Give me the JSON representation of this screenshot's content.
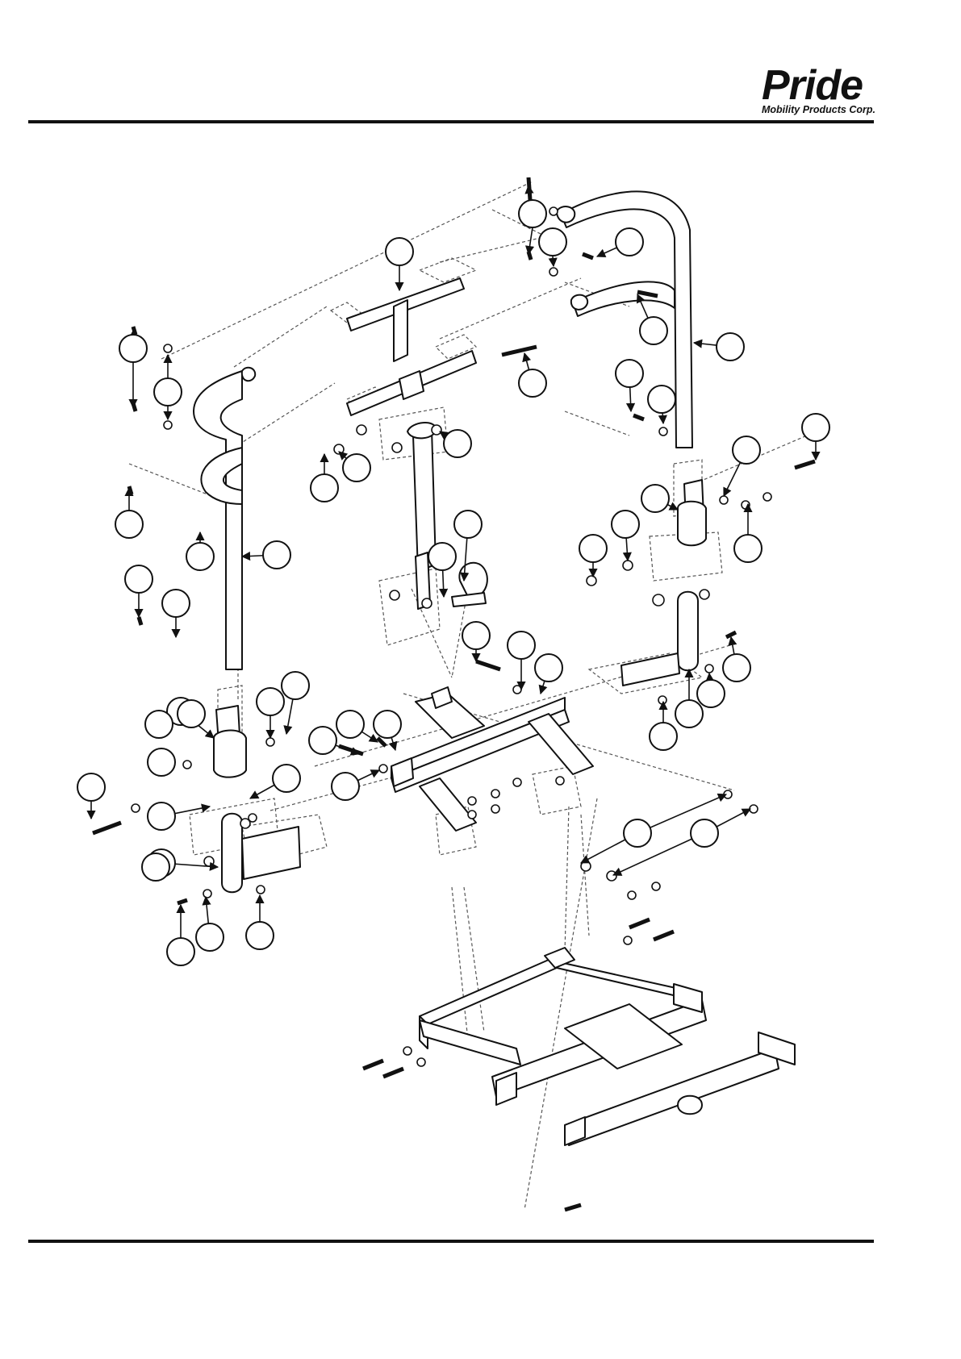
{
  "header": {
    "brand": "Pride",
    "tagline": "Mobility Products Corp."
  },
  "diagram": {
    "kind": "exploded parts diagram",
    "callout_count": 63
  }
}
